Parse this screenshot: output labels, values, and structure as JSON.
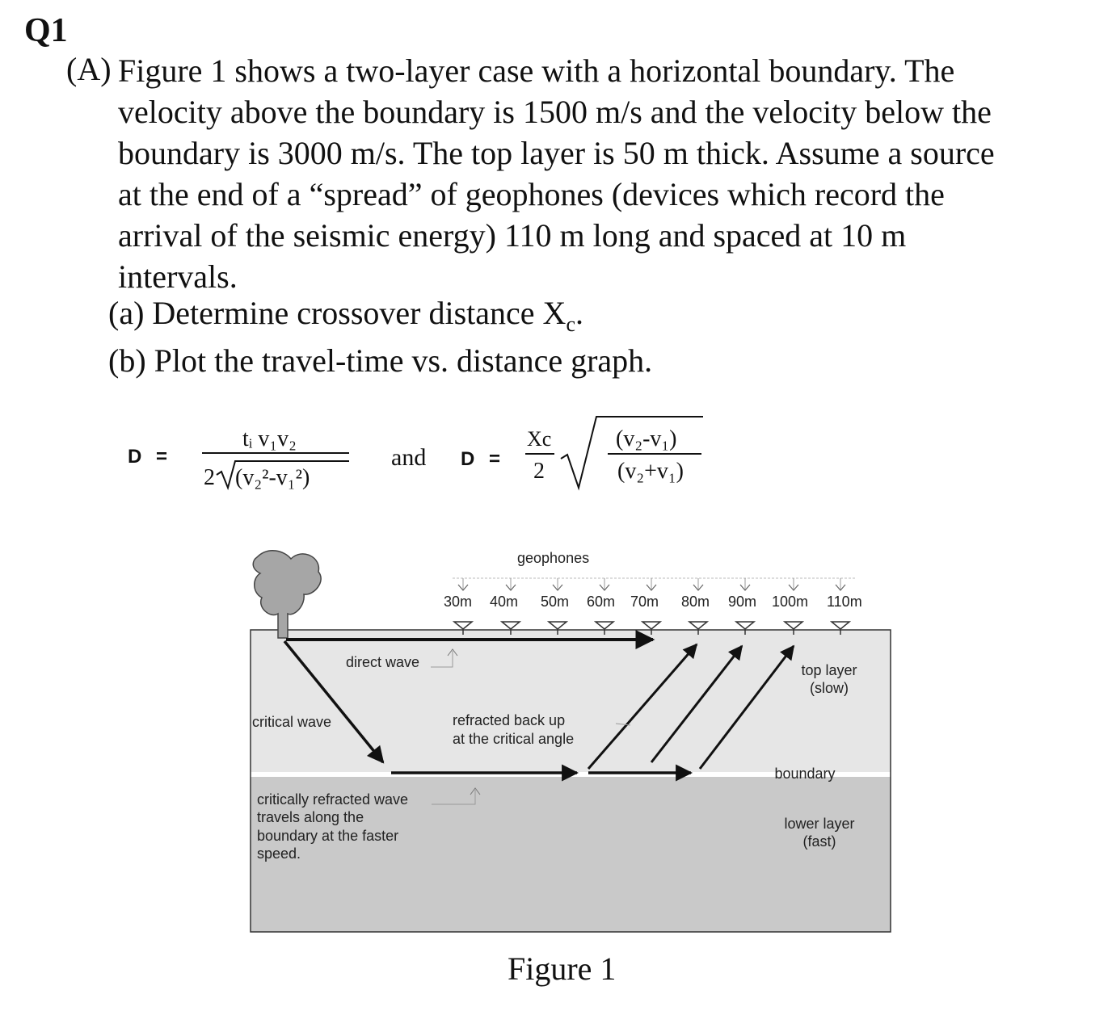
{
  "question": {
    "number": "Q1",
    "part_label": "(A)",
    "lines": [
      "Figure 1 shows a two-layer case with a horizontal boundary. The",
      "velocity above the boundary is 1500 m/s and the velocity below the",
      "boundary is 3000 m/s. The top layer is 50 m thick. Assume a source",
      "at the end of a “spread” of geophones (devices which record the",
      "arrival of the seismic energy) 110 m long and spaced at 10 m",
      "intervals."
    ],
    "sub_a": "(a) Determine crossover distance X",
    "sub_a_sub": "c",
    "sub_a_end": ".",
    "sub_b": "(b) Plot the travel-time vs. distance graph."
  },
  "formula": {
    "lhs1": "D",
    "eq1": "=",
    "num1": "tᵢ v₁v₂",
    "den1_coef": "2",
    "den1_rad": "(v₂²-v₁²)",
    "conjunction": "and",
    "lhs2": "D",
    "eq2": "=",
    "num2": "Xc",
    "den2": "2",
    "rad_num": "(v₂-v₁)",
    "rad_den": "(v₂+v₁)"
  },
  "figure": {
    "geophones_label": "geophones",
    "distances": [
      "30m",
      "40m",
      "50m",
      "60m",
      "70m",
      "80m",
      "90m",
      "100m",
      "110m"
    ],
    "direct_wave": "direct wave",
    "critical_wave": "critical wave",
    "refracted_line1": "refracted back up",
    "refracted_line2": "at the critical angle",
    "critically_refracted": [
      "critically refracted wave",
      "travels along the",
      "boundary at the faster",
      "speed."
    ],
    "top_layer": [
      "top layer",
      "(slow)"
    ],
    "boundary": "boundary",
    "lower_layer": [
      "lower layer",
      "(fast)"
    ],
    "colors": {
      "top_layer_fill": "#e6e6e6",
      "lower_layer_fill": "#c9c9c9",
      "boundary_line": "#ffffff",
      "ink": "#111111"
    }
  },
  "caption": "Figure 1"
}
